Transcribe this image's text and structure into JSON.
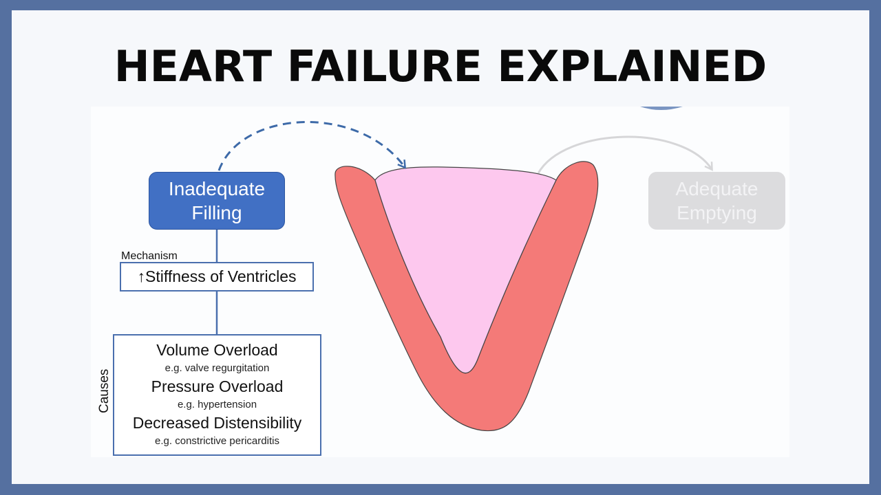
{
  "title": "HEART FAILURE EXPLAINED",
  "diagram": {
    "inadequate_filling": "Inadequate Filling",
    "adequate_emptying": "Adequate Emptying",
    "mechanism_label": "Mechanism",
    "mechanism": "↑Stiffness of Ventricles",
    "causes_label": "Causes",
    "causes": [
      {
        "name": "Volume Overload",
        "example": "e.g. valve regurgitation"
      },
      {
        "name": "Pressure Overload",
        "example": "e.g. hypertension"
      },
      {
        "name": "Decreased Distensibility",
        "example": "e.g. constrictive pericarditis"
      }
    ]
  },
  "colors": {
    "background_frame": "#5570a0",
    "filling_box": "#4170c4",
    "emptying_box": "#dcdcde",
    "ventricle_wall": "#f47a78",
    "ventricle_cavity": "#fdc8ee",
    "arrow_dashed": "#3d6aa8"
  },
  "icons": [
    "dashed-arrow",
    "faded-arrow",
    "ventricle-illustration"
  ]
}
